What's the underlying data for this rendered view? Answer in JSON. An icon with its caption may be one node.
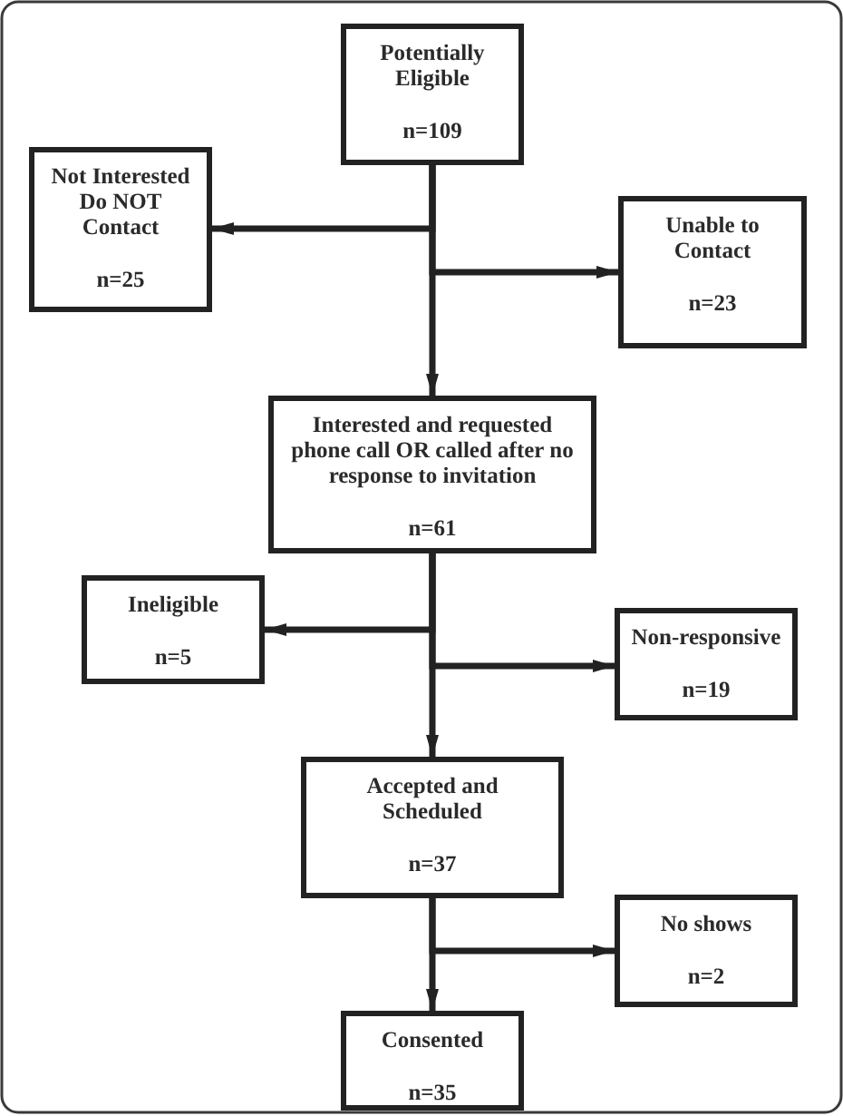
{
  "diagram": {
    "nodes": [
      {
        "text": [
          "Potentially Eligible",
          "n=109"
        ]
      },
      {
        "text": [
          "Not Interested Do NOT Contact",
          "n=25"
        ]
      },
      {
        "text": [
          "Unable to Contact",
          "n=23"
        ]
      },
      {
        "text": [
          "Interested and requested phone call OR called after no response to invitation",
          "n=61"
        ]
      },
      {
        "text": [
          "Ineligible",
          "n=5"
        ]
      },
      {
        "text": [
          "Non-responsive",
          "n=19"
        ]
      },
      {
        "text": [
          "Accepted and Scheduled",
          "n=37"
        ]
      },
      {
        "text": [
          "No shows",
          "n=2"
        ]
      },
      {
        "text": [
          "Consented",
          "n=35"
        ]
      }
    ],
    "edges": [
      {
        "from": 0,
        "to": 1,
        "arrow": "to"
      },
      {
        "from": 0,
        "to": 2,
        "arrow": "to"
      },
      {
        "from": 0,
        "to": 3,
        "arrow": "to"
      },
      {
        "from": 3,
        "to": 4,
        "arrow": "to"
      },
      {
        "from": 3,
        "to": 5,
        "arrow": "to"
      },
      {
        "from": 3,
        "to": 6,
        "arrow": "to"
      },
      {
        "from": 6,
        "to": 7,
        "arrow": "to"
      },
      {
        "from": 6,
        "to": 8,
        "arrow": "to"
      }
    ]
  }
}
